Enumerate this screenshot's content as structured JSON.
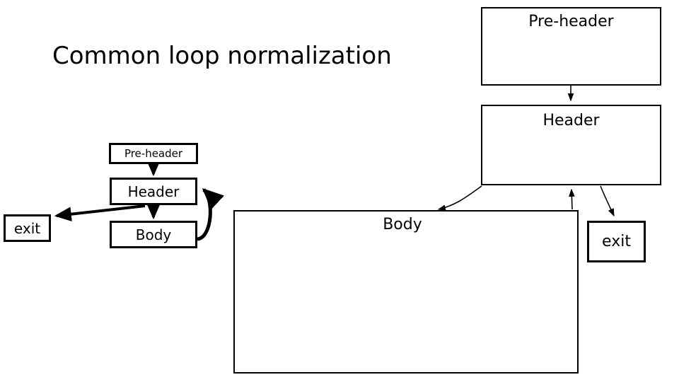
{
  "slide": {
    "title": "Common loop normalization",
    "background_color": "#ffffff",
    "stroke_color": "#000000",
    "text_color": "#000000"
  },
  "before_diagram": {
    "name": "unnormalized-loop-cfg",
    "nodes": [
      {
        "id": "pre-header",
        "label": "Pre-header"
      },
      {
        "id": "header",
        "label": "Header"
      },
      {
        "id": "body",
        "label": "Body"
      },
      {
        "id": "exit",
        "label": "exit"
      }
    ],
    "edges": [
      {
        "from": "pre-header",
        "to": "header",
        "style": "straight-down"
      },
      {
        "from": "header",
        "to": "body",
        "style": "straight-down"
      },
      {
        "from": "body",
        "to": "header",
        "style": "curved-back-edge"
      },
      {
        "from": "header",
        "to": "exit",
        "style": "diagonal-left"
      }
    ]
  },
  "after_diagram": {
    "name": "normalized-loop-cfg",
    "nodes": [
      {
        "id": "pre-header",
        "label": "Pre-header"
      },
      {
        "id": "header",
        "label": "Header"
      },
      {
        "id": "body",
        "label": "Body"
      },
      {
        "id": "exit",
        "label": "exit"
      }
    ],
    "edges": [
      {
        "from": "pre-header",
        "to": "header",
        "style": "straight-down"
      },
      {
        "from": "header",
        "to": "body",
        "style": "curved-left-down"
      },
      {
        "from": "body",
        "to": "header",
        "style": "straight-up-back-edge"
      },
      {
        "from": "header",
        "to": "exit",
        "style": "curved-right-down"
      }
    ]
  }
}
